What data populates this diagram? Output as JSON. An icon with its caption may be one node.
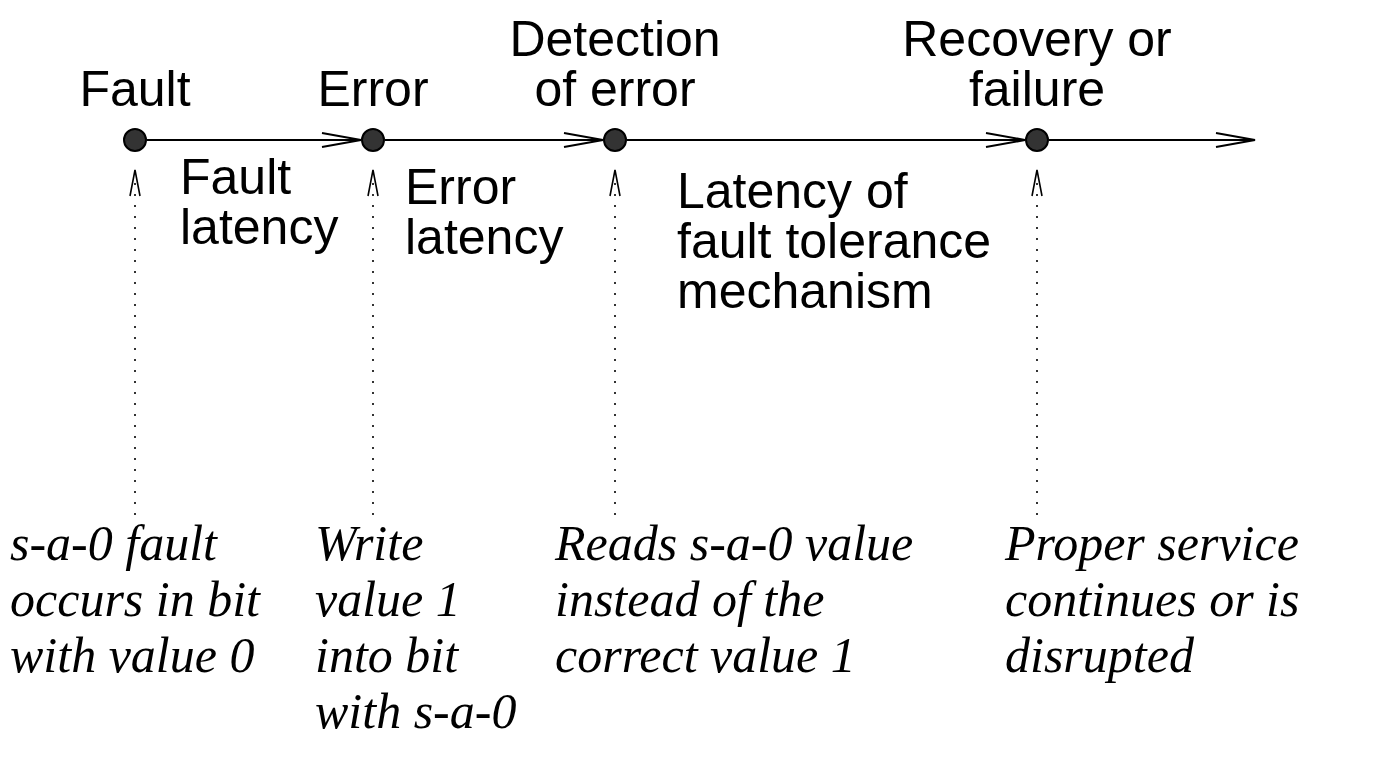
{
  "diagram": {
    "nodes": [
      {
        "text": [
          "Fault"
        ]
      },
      {
        "text": [
          "Error"
        ]
      },
      {
        "text": [
          "Detection of error"
        ]
      },
      {
        "text": [
          "Recovery or failure"
        ]
      },
      {
        "text": [
          "s-a-0 fault occurs in bit with value 0"
        ]
      },
      {
        "text": [
          "Write value 1 into bit with s-a-0"
        ]
      },
      {
        "text": [
          "Reads s-a-0 value instead of the correct value 1"
        ]
      },
      {
        "text": [
          "Proper service continues or is disrupted"
        ]
      }
    ],
    "edges": [
      {
        "from": 0,
        "to": 1,
        "arrow": "to",
        "label": "Fault latency"
      },
      {
        "from": 1,
        "to": 2,
        "arrow": "to",
        "label": "Error latency"
      },
      {
        "from": 2,
        "to": 3,
        "arrow": "to",
        "label": "Latency of fault tolerance mechanism"
      },
      {
        "from": 3,
        "to": null,
        "arrow": "to"
      },
      {
        "from": 4,
        "to": 0,
        "arrow": "to",
        "style": "dashed"
      },
      {
        "from": 5,
        "to": 1,
        "arrow": "to",
        "style": "dashed"
      },
      {
        "from": 6,
        "to": 2,
        "arrow": "to",
        "style": "dashed"
      },
      {
        "from": 7,
        "to": 3,
        "arrow": "to",
        "style": "dashed"
      }
    ]
  }
}
